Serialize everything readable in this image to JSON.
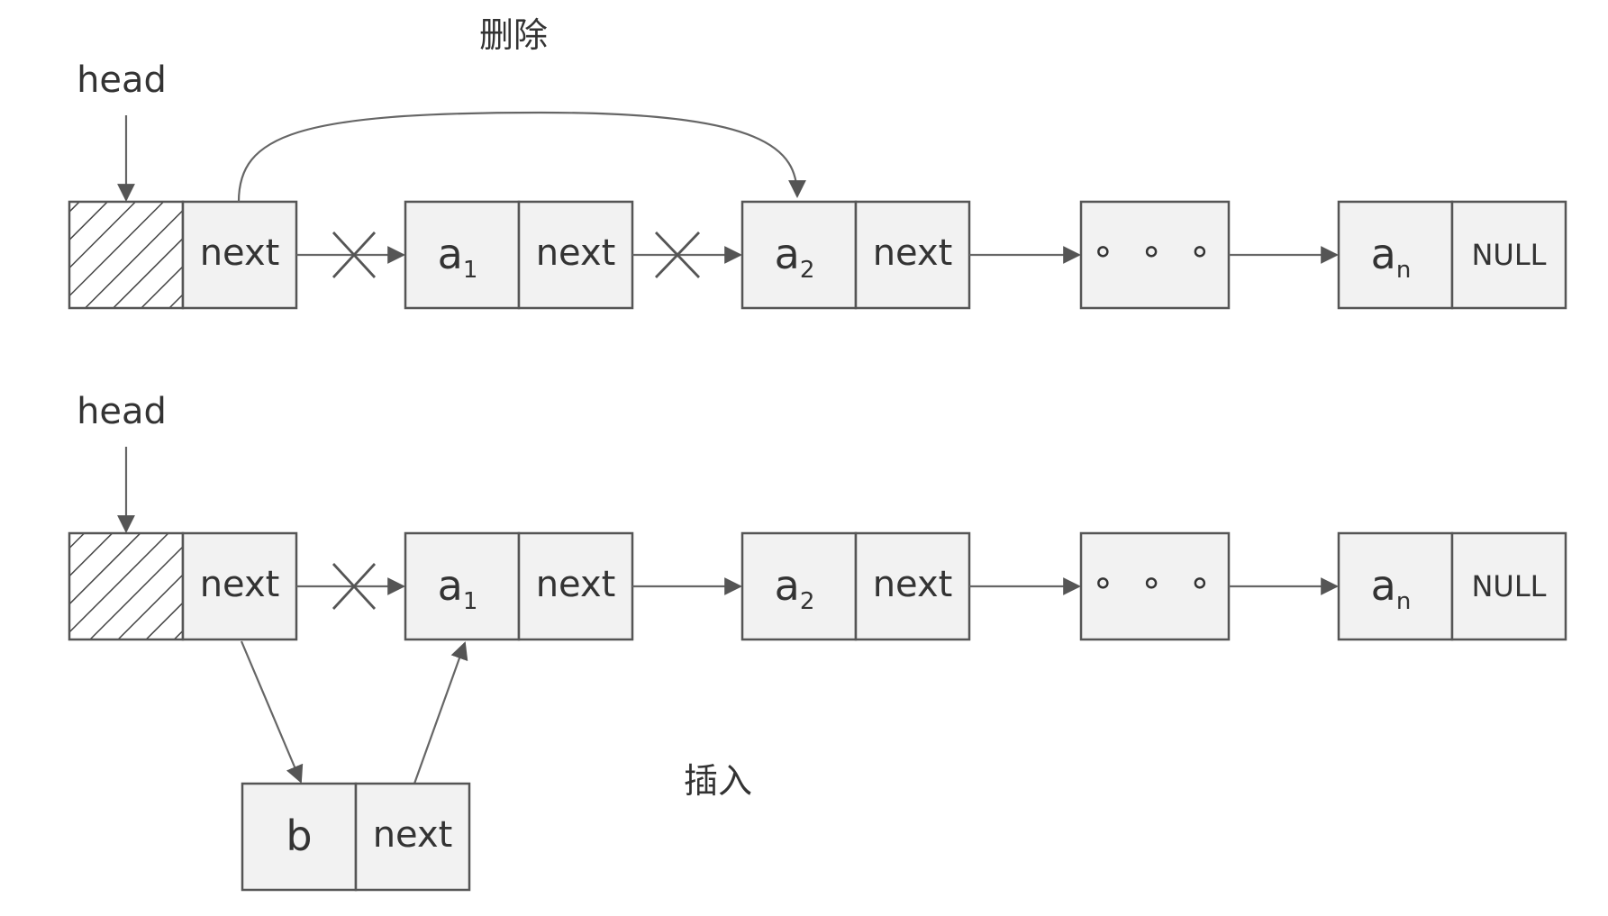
{
  "delete_label": "删除",
  "insert_label": "插入",
  "head_label": "head",
  "next_label": "next",
  "null_label": "NULL",
  "ellipsis": "∘ ∘ ∘",
  "nodes": {
    "a1": {
      "base": "a",
      "sub": "1"
    },
    "a2": {
      "base": "a",
      "sub": "2"
    },
    "an": {
      "base": "a",
      "sub": "n"
    },
    "b": {
      "base": "b"
    }
  }
}
